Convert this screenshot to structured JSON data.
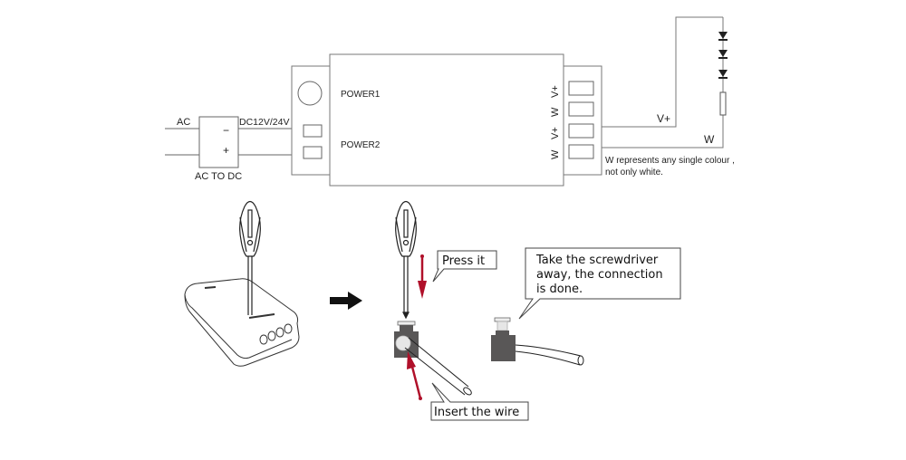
{
  "wiring": {
    "ac_label": "AC",
    "dc_label": "DC12V/24V",
    "converter_minus": "−",
    "converter_plus": "+",
    "converter_label": "AC TO DC",
    "power1_label": "POWER1",
    "power2_label": "POWER2",
    "terminal_labels": [
      "V+",
      "W",
      "V+",
      "W"
    ],
    "led_vplus_label": "V+",
    "led_w_label": "W",
    "note_line1": "W represents any single colour ,",
    "note_line2": "not only white."
  },
  "steps": {
    "press_callout": "Press it",
    "insert_callout": "Insert the wire",
    "done_callout_line1": "Take the screwdriver",
    "done_callout_line2": "away, the connection",
    "done_callout_line3": "is done."
  },
  "colors": {
    "line": "#555555",
    "arrow_red": "#b0102a",
    "terminal_dark": "#595757",
    "terminal_cap": "#e6e6e6"
  }
}
